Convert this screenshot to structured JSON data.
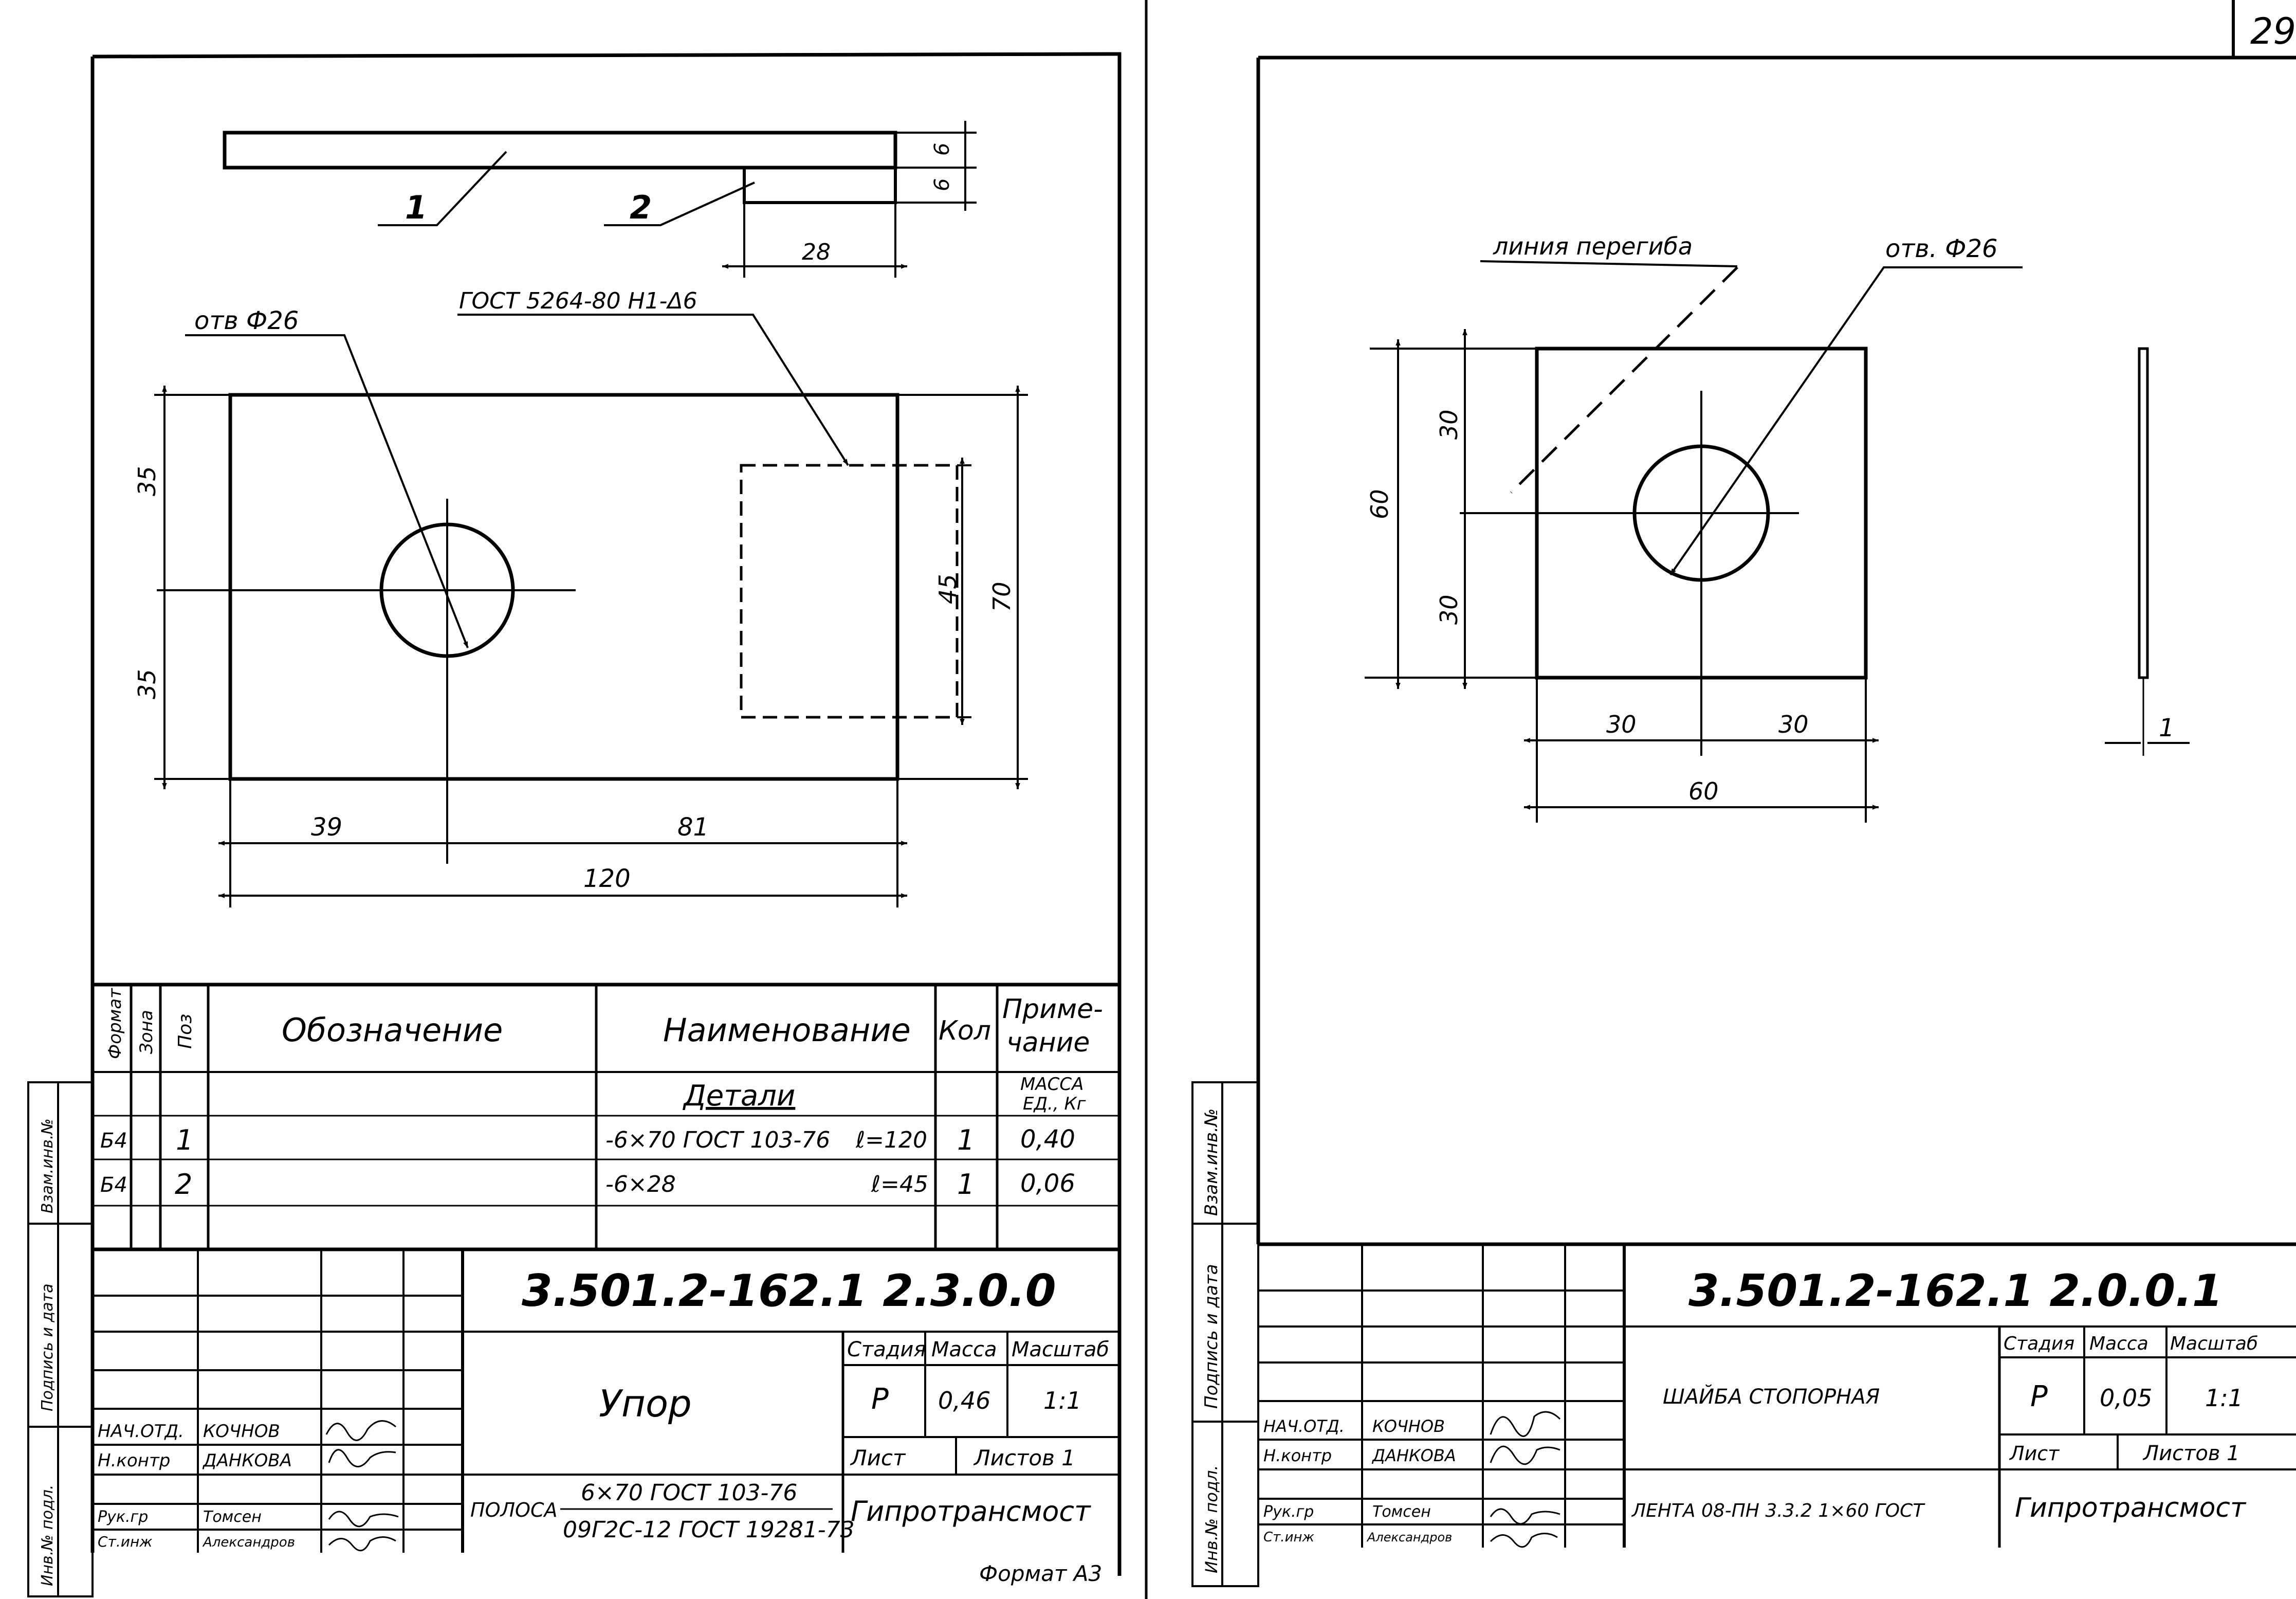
{
  "page_number": "29",
  "left_sheet": {
    "drawing": {
      "pos_1": "1",
      "pos_2": "2",
      "dim_6_top": "6",
      "dim_6_bottom": "6",
      "dim_28": "28",
      "hole_label": "отв Ф26",
      "weld_label": "ГОСТ 5264-80 Н1-Δ6",
      "dim_35_top": "35",
      "dim_35_bottom": "35",
      "dim_45": "45",
      "dim_70": "70",
      "dim_39": "39",
      "dim_81": "81",
      "dim_120": "120"
    },
    "spec": {
      "h_format": "Формат",
      "h_zone": "Зона",
      "h_pos": "Поз",
      "h_designation": "Обозначение",
      "h_name": "Наименование",
      "h_qty": "Кол",
      "h_note": "Приме-\nчание",
      "section": "Детали",
      "mass_label": "МАССА\nЕД., Кг",
      "rows": [
        {
          "format": "Б4",
          "pos": "1",
          "name": "-6×70 ГОСТ 103-76",
          "length": "ℓ=120",
          "qty": "1",
          "mass": "0,40"
        },
        {
          "format": "Б4",
          "pos": "2",
          "name": "-6×28",
          "length": "ℓ=45",
          "qty": "1",
          "mass": "0,06"
        }
      ]
    },
    "title": {
      "code": "3.501.2-162.1  2.3.0.0",
      "name": "Упор",
      "stage_label": "Стадия",
      "mass_label": "Масса",
      "scale_label": "Масштаб",
      "stage": "Р",
      "mass": "0,46",
      "scale": "1:1",
      "sheet_label": "Лист",
      "sheets_label": "Листов 1",
      "material_prefix": "ПОЛОСА",
      "material_top": "6×70  ГОСТ 103-76",
      "material_bottom": "09Г2С-12 ГОСТ 19281-73",
      "org": "Гипротрансмост",
      "people": [
        {
          "role": "НАЧ.ОТД.",
          "name": "КОЧНОВ"
        },
        {
          "role": "Н.контр",
          "name": "ДАНКОВА"
        },
        {
          "role": "Рук.гр",
          "name": "Томсен"
        },
        {
          "role": "Ст.инж",
          "name": "Александров"
        }
      ],
      "format": "Формат А3"
    },
    "side_stamp": {
      "inv_orig": "Инв.№ подл.",
      "sign_date": "Подпись и дата",
      "inv_dup": "Взам.инв.№"
    }
  },
  "right_sheet": {
    "drawing": {
      "bend_line": "линия перегиба",
      "hole_label": "отв. Ф26",
      "dim_30_top": "30",
      "dim_30_bottom": "30",
      "dim_60_vert": "60",
      "dim_30_left": "30",
      "dim_30_right": "30",
      "dim_60_horiz": "60",
      "thickness": "1"
    },
    "title": {
      "code": "3.501.2-162.1  2.0.0.1",
      "name": "ШАЙБА СТОПОРНАЯ",
      "stage_label": "Стадия",
      "mass_label": "Масса",
      "scale_label": "Масштаб",
      "stage": "Р",
      "mass": "0,05",
      "scale": "1:1",
      "sheet_label": "Лист",
      "sheets_label": "Листов 1",
      "material": "ЛЕНТА 08-ПН 3.3.2 1×60 ГОСТ",
      "org": "Гипротрансмост",
      "people": [
        {
          "role": "НАЧ.ОТД.",
          "name": "КОЧНОВ"
        },
        {
          "role": "Н.контр",
          "name": "ДАНКОВА"
        },
        {
          "role": "Рук.гр",
          "name": "Томсен"
        },
        {
          "role": "Ст.инж",
          "name": "Александров"
        }
      ]
    },
    "side_stamp": {
      "inv_orig": "Инв.№ подл.",
      "sign_date": "Подпись и дата",
      "inv_dup": "Взам.инв.№"
    }
  }
}
